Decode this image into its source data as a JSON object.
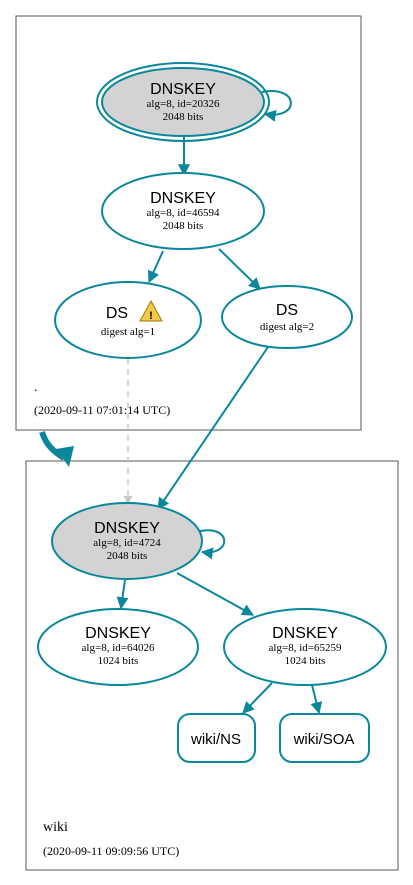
{
  "colors": {
    "edge": "#0a879a",
    "border": "#555555",
    "node_fill_ksk": "#d3d3d3",
    "node_fill": "#ffffff",
    "dashed": "#c8c8c8",
    "warning": "#f2c94c"
  },
  "zones": {
    "root": {
      "name": ".",
      "timestamp": "(2020-09-11 07:01:14 UTC)"
    },
    "wiki": {
      "name": "wiki",
      "timestamp": "(2020-09-11 09:09:56 UTC)"
    }
  },
  "nodes": {
    "root_ksk": {
      "title": "DNSKEY",
      "line1": "alg=8, id=20326",
      "line2": "2048 bits"
    },
    "root_zsk": {
      "title": "DNSKEY",
      "line1": "alg=8, id=46594",
      "line2": "2048 bits"
    },
    "ds1": {
      "title": "DS",
      "line1": "digest alg=1",
      "icon": "warning-icon"
    },
    "ds2": {
      "title": "DS",
      "line1": "digest alg=2"
    },
    "wiki_ksk": {
      "title": "DNSKEY",
      "line1": "alg=8, id=4724",
      "line2": "2048 bits"
    },
    "wiki_key1": {
      "title": "DNSKEY",
      "line1": "alg=8, id=64026",
      "line2": "1024 bits"
    },
    "wiki_key2": {
      "title": "DNSKEY",
      "line1": "alg=8, id=65259",
      "line2": "1024 bits"
    },
    "rr_ns": {
      "label": "wiki/NS"
    },
    "rr_soa": {
      "label": "wiki/SOA"
    }
  }
}
